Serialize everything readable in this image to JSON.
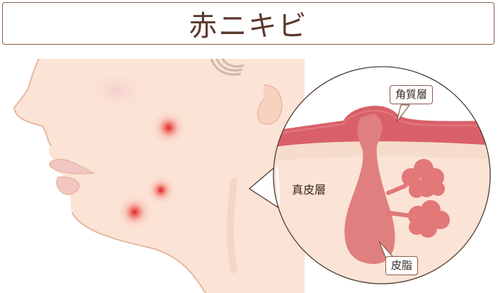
{
  "title": "赤ニキビ",
  "labels": {
    "stratum_corneum": "角質層",
    "dermis": "真皮層",
    "sebaceous_gland": "皮脂"
  },
  "colors": {
    "title_border": "#8a5a48",
    "title_text": "#5b3a2c",
    "skin": "#fbe3d5",
    "skin_line": "#e8b7a0",
    "hair": "#dcc8bd",
    "pimple": "#e53b3b",
    "corneum": "#d9606a",
    "follicle": "#e07f7f",
    "gland": "#e27878"
  },
  "icons": [
    "face-profile",
    "pimple-dot",
    "skin-cross-section"
  ]
}
